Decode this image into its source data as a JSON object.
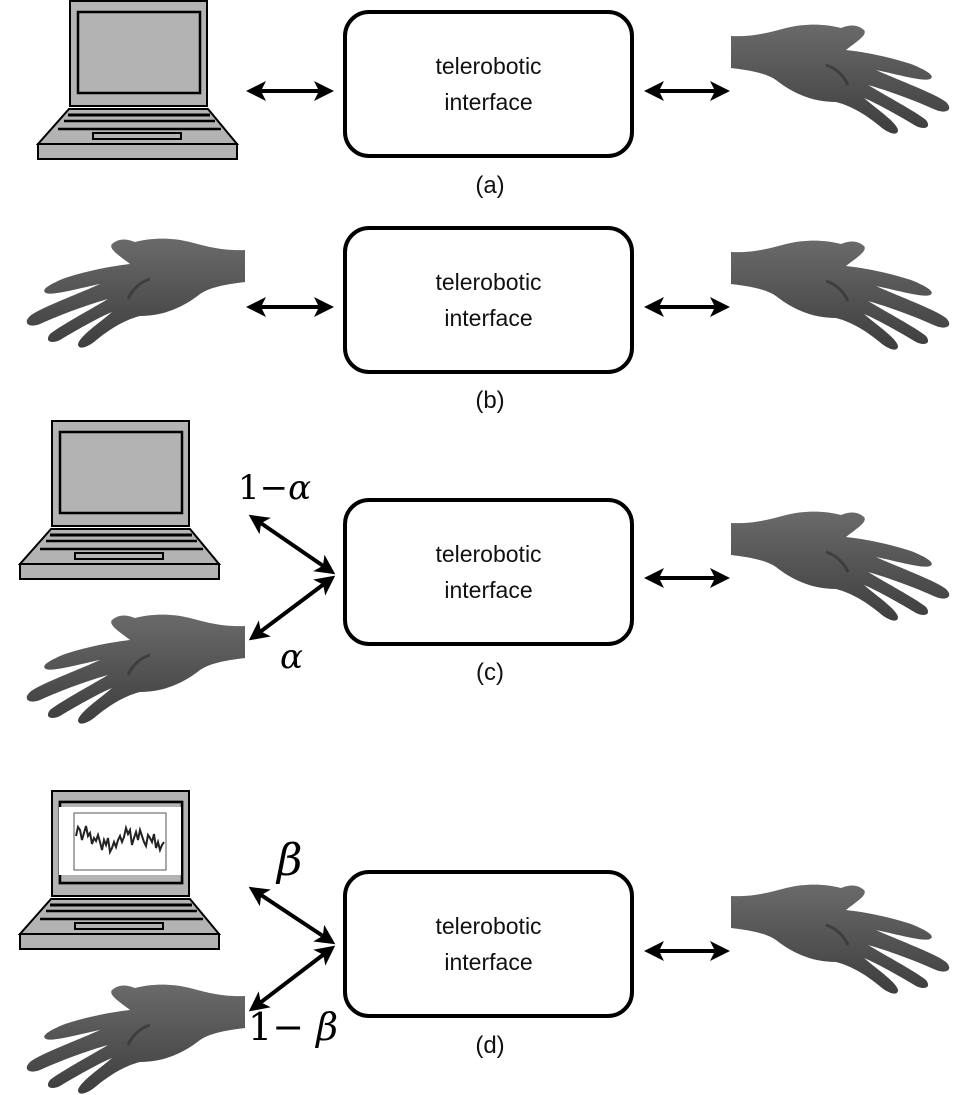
{
  "panels": [
    {
      "id": "a",
      "caption": "(a)",
      "box_line1": "telerobotic",
      "box_line2": "interface",
      "left_agents": [
        "laptop"
      ],
      "right_agent": "hand"
    },
    {
      "id": "b",
      "caption": "(b)",
      "box_line1": "telerobotic",
      "box_line2": "interface",
      "left_agents": [
        "hand"
      ],
      "right_agent": "hand"
    },
    {
      "id": "c",
      "caption": "(c)",
      "box_line1": "telerobotic",
      "box_line2": "interface",
      "left_agents": [
        "laptop",
        "hand"
      ],
      "right_agent": "hand",
      "weights": {
        "upper_num": "1",
        "upper_op": "−",
        "upper_sym": "α",
        "lower_sym": "α"
      }
    },
    {
      "id": "d",
      "caption": "(d)",
      "box_line1": "telerobotic",
      "box_line2": "interface",
      "left_agents": [
        "laptop-with-signal-plot",
        "hand"
      ],
      "right_agent": "hand",
      "weights": {
        "upper_sym": "β",
        "lower_num": "1",
        "lower_op": "−",
        "lower_sym": "β"
      }
    }
  ],
  "icons": {
    "laptop": "laptop-icon",
    "hand": "hand-icon",
    "arrow": "double-headed-arrow-icon"
  },
  "colors": {
    "stroke": "#000000",
    "laptop_fill": "#b3b3b3",
    "laptop_screen": "#b0b0b0",
    "hand": "#5a5a5a",
    "background": "#ffffff"
  }
}
